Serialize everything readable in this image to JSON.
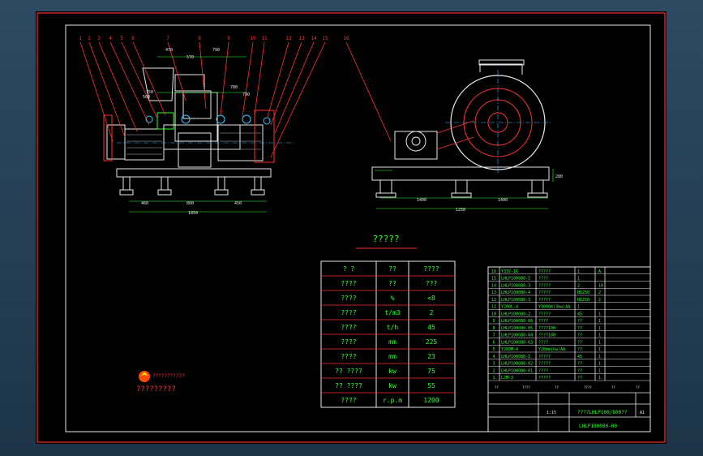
{
  "drawing": {
    "center_title": "?????",
    "logo_caption": "?????????",
    "logo_text": "???????????"
  },
  "balloons": [
    "1",
    "2",
    "3",
    "4",
    "5",
    "6",
    "7",
    "8",
    "9",
    "10",
    "11",
    "12",
    "13",
    "14",
    "15",
    "16"
  ],
  "front_view_dims": {
    "top_row": [
      "470",
      "570",
      "790"
    ],
    "mid_row": [
      "500",
      "750",
      "780",
      "790"
    ],
    "bottom_row": [
      "460",
      "800",
      "450"
    ],
    "overall": "1850"
  },
  "side_view_dims": {
    "bottom_row": [
      "1400",
      "1400"
    ],
    "overall": "1250",
    "height": "280"
  },
  "param_table": {
    "rows": [
      [
        "?  ?",
        "??",
        "????"
      ],
      [
        "????",
        "??",
        "???"
      ],
      [
        "????",
        "%",
        "<8"
      ],
      [
        "????",
        "t/m3",
        "2"
      ],
      [
        "????",
        "t/h",
        "45"
      ],
      [
        "????",
        "mm",
        "225"
      ],
      [
        "????",
        "mm",
        "23"
      ],
      [
        "?? ????",
        "kw",
        "75"
      ],
      [
        "?? ????",
        "kw",
        "55"
      ],
      [
        "????",
        "r.p.m",
        "1200"
      ]
    ]
  },
  "parts_list": {
    "rows": [
      [
        "16",
        "Y337-16",
        "?????",
        "1",
        "A"
      ],
      [
        "15",
        "LHLP100080-5",
        "????",
        "1",
        ""
      ],
      [
        "14",
        "LHLP100080-3",
        "?????",
        "2",
        "10"
      ],
      [
        "13",
        "LHLP100080-4",
        "?????",
        "H1250",
        "2"
      ],
      [
        "12",
        "LHLP100080-3",
        "?????",
        "H1250",
        "2"
      ],
      [
        "11",
        "Y200L-4",
        "Y100Q4(3kw)AA",
        "1",
        ""
      ],
      [
        "10",
        "LHLP100080-2",
        "?????",
        "45",
        "1"
      ],
      [
        "9",
        "LHLP100080-06",
        "????",
        "??",
        "1"
      ],
      [
        "8",
        "LHLP100080-05",
        "????100",
        "??",
        "1"
      ],
      [
        "7",
        "LHLP100080-04",
        "????100",
        "??",
        "1"
      ],
      [
        "6",
        "LHLP100080-03",
        "????",
        "??",
        "1"
      ],
      [
        "5",
        "Y280M-4",
        "Y28mm(kw)AA",
        "??",
        "1"
      ],
      [
        "4",
        "LHLP100080-1",
        "?????",
        "45",
        "1"
      ],
      [
        "3",
        "LHLP100080-02",
        "?????",
        "??",
        "1"
      ],
      [
        "2",
        "LHLP100080-01",
        "????",
        "??",
        "1"
      ],
      [
        "1",
        "LJM-3",
        "?????",
        "??",
        "1"
      ]
    ],
    "title_header": [
      "??",
      "????",
      "??",
      "????",
      "??",
      "??"
    ],
    "drawing_name": "????LHLP100/800??",
    "drawing_no": "LHLP100080-00",
    "sheet": "1:15",
    "count": "A1"
  }
}
